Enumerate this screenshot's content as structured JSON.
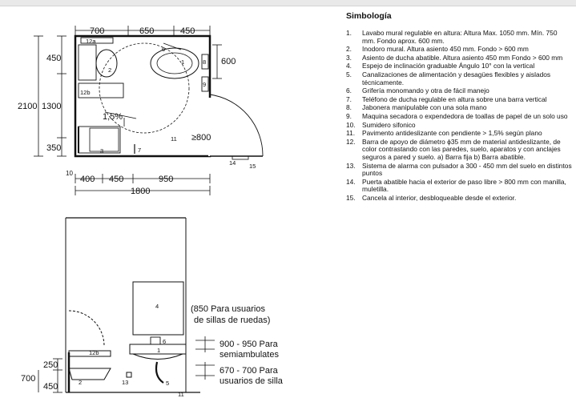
{
  "plan": {
    "dim_top": [
      "700",
      "650",
      "450"
    ],
    "dim_left": [
      "450",
      "1300",
      "350"
    ],
    "dim_total_height": "2100",
    "dim_bottom": [
      "400",
      "450",
      "950"
    ],
    "dim_total_width": "1800",
    "dim_right": "600",
    "label_10": "10",
    "door_width": "≥800",
    "slope": "1,5%",
    "tags": [
      "1",
      "2",
      "3",
      "6",
      "7",
      "8",
      "9",
      "11",
      "12a",
      "12b",
      "14",
      "15"
    ]
  },
  "elevation": {
    "tags": [
      "1",
      "2",
      "4",
      "5",
      "6",
      "11",
      "12b",
      "13"
    ],
    "note_850": [
      "(850 Para usuarios",
      "de sillas de ruedas)"
    ],
    "note_900": [
      "900 - 950 Para",
      "semiambulates"
    ],
    "note_670": [
      "670 - 700 Para",
      "usuarios de silla"
    ],
    "dim_left": [
      "250",
      "700",
      "450"
    ]
  },
  "legend": {
    "title": "Simbología",
    "items": [
      {
        "num": "1.",
        "text": "Lavabo mural regulable en altura: Altura Max. 1050 mm. Mín. 750 mm. Fondo aprox. 600 mm."
      },
      {
        "num": "2.",
        "text": "Inodoro mural. Altura asiento 450 mm. Fondo > 600 mm"
      },
      {
        "num": "3.",
        "text": "Asiento de ducha abatible. Altura asiento 450 mm Fondo > 600 mm"
      },
      {
        "num": "4.",
        "text": "Espejo de inclinación graduable Ángulo 10° con la vertical"
      },
      {
        "num": "5.",
        "text": "Canalizaciones de alimentación y desagües flexibles y aislados técnicamente."
      },
      {
        "num": "6.",
        "text": "Grifería monomando y otra de fácil manejo"
      },
      {
        "num": "7.",
        "text": "Teléfono de ducha regulable en altura sobre una barra vertical"
      },
      {
        "num": "8.",
        "text": "Jabonera manipulable con una sola mano"
      },
      {
        "num": "9.",
        "text": "Maquina secadora o expendedora de toallas de papel de un solo uso"
      },
      {
        "num": "10.",
        "text": "Sumidero sifonico"
      },
      {
        "num": "11.",
        "text": "Pavimento antideslizante con pendiente > 1,5% según plano"
      },
      {
        "num": "12.",
        "text": "Barra de apoyo de diámetro ϕ35 mm de material antideslizante, de color contrastando con las paredes, suelo, aparatos y con anclajes seguros a pared y suelo. a) Barra fija b) Barra abatible."
      },
      {
        "num": "13.",
        "text": "Sistema de alarma con pulsador a 300 - 450 mm del suelo en distintos puntos"
      },
      {
        "num": "14.",
        "text": "Puerta abatible hacia el exterior de paso libre > 800 mm con manilla, muletilla."
      },
      {
        "num": "15.",
        "text": "Cancela al interior, desbloqueable desde el exterior."
      }
    ]
  }
}
